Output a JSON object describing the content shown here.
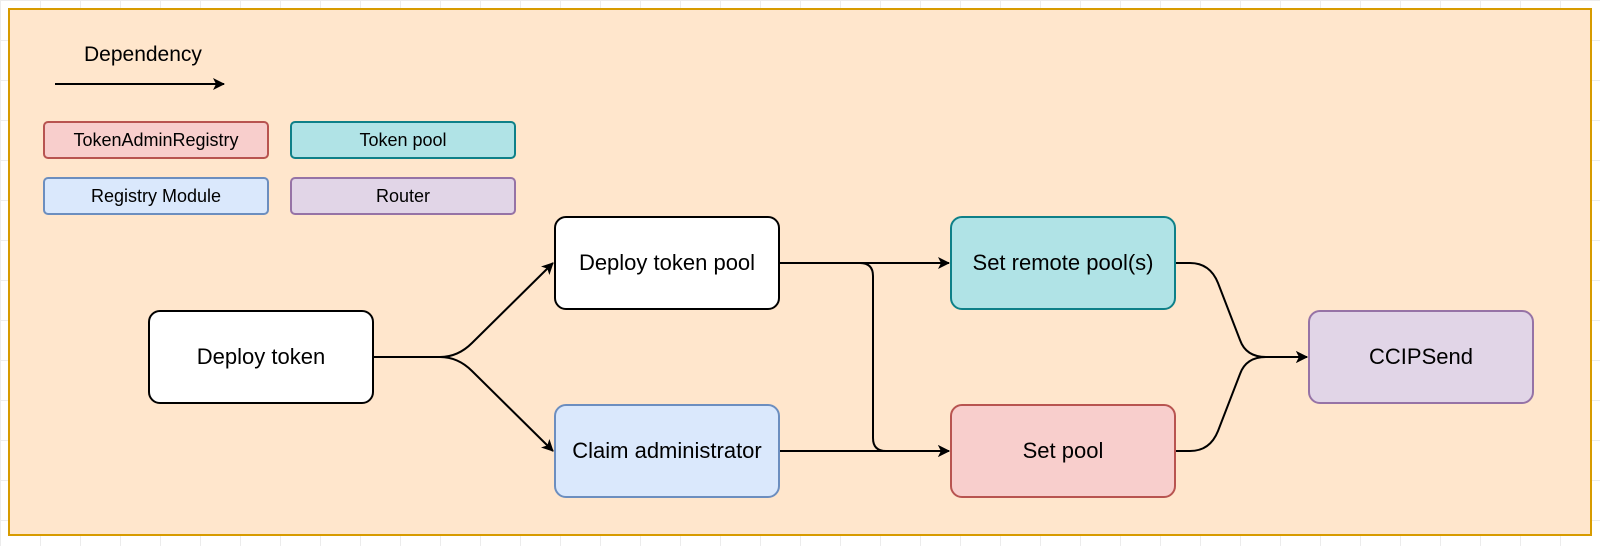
{
  "legend": {
    "title": "Dependency",
    "items": [
      {
        "label": "TokenAdminRegistry",
        "color": "#f8cecc",
        "border": "#b85450"
      },
      {
        "label": "Token pool",
        "color": "#b0e3e6",
        "border": "#0e8088"
      },
      {
        "label": "Registry Module",
        "color": "#dae8fc",
        "border": "#6c8ebf"
      },
      {
        "label": "Router",
        "color": "#e1d5e7",
        "border": "#9673a6"
      }
    ]
  },
  "nodes": {
    "deploy_token": "Deploy token",
    "deploy_token_pool": "Deploy token pool",
    "claim_administrator": "Claim administrator",
    "set_remote_pools": "Set remote pool(s)",
    "set_pool": "Set pool",
    "ccipsend": "CCIPSend"
  },
  "edges": [
    {
      "from": "Deploy token",
      "to": "Deploy token pool"
    },
    {
      "from": "Deploy token",
      "to": "Claim administrator"
    },
    {
      "from": "Deploy token pool",
      "to": "Set remote pool(s)"
    },
    {
      "from": "Deploy token pool",
      "to": "Set pool"
    },
    {
      "from": "Claim administrator",
      "to": "Set pool"
    },
    {
      "from": "Set remote pool(s)",
      "to": "CCIPSend"
    },
    {
      "from": "Set pool",
      "to": "CCIPSend"
    }
  ],
  "colors": {
    "background": "#ffe6cc",
    "border": "#d79b00",
    "TokenAdminRegistry": "#f8cecc",
    "Token pool": "#b0e3e6",
    "Registry Module": "#dae8fc",
    "Router": "#e1d5e7"
  }
}
